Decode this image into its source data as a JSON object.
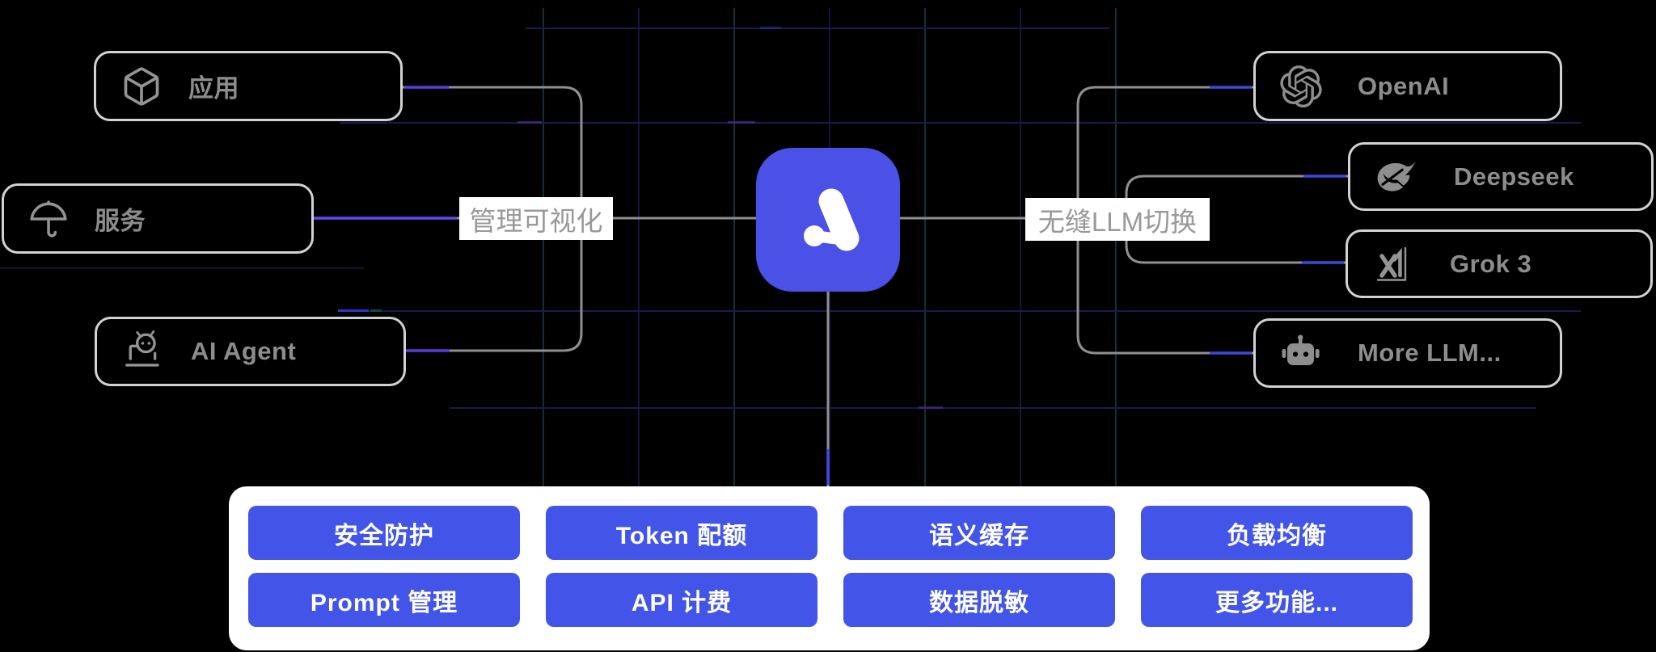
{
  "logo": {
    "name": "new-api-logo",
    "color": "#4b50e6"
  },
  "edge_labels": {
    "left": "管理可视化",
    "right": "无缝LLM切换"
  },
  "left_nodes": [
    {
      "label": "应用",
      "icon": "box-icon"
    },
    {
      "label": "服务",
      "icon": "umbrella-icon"
    },
    {
      "label": "AI Agent",
      "icon": "agent-laptop-icon"
    }
  ],
  "right_nodes": [
    {
      "label": "OpenAI",
      "icon": "openai-icon"
    },
    {
      "label": "Deepseek",
      "icon": "deepseek-whale-icon"
    },
    {
      "label": "Grok 3",
      "icon": "xai-icon"
    },
    {
      "label": "More LLM...",
      "icon": "robot-icon"
    }
  ],
  "features": {
    "buttons": [
      "安全防护",
      "Token 配额",
      "语义缓存",
      "负载均衡",
      "Prompt 管理",
      "API 计费",
      "数据脱敏",
      "更多功能..."
    ]
  },
  "colors": {
    "accent_blue": "#4355e8",
    "logo_blue": "#4b50e6",
    "line_gray": "#8f8f8f",
    "purple_segment": "#5b3bdc",
    "blue_segment": "#3c49dd",
    "node_border": "#d2d2d2",
    "node_text": "#8d8d8d"
  }
}
